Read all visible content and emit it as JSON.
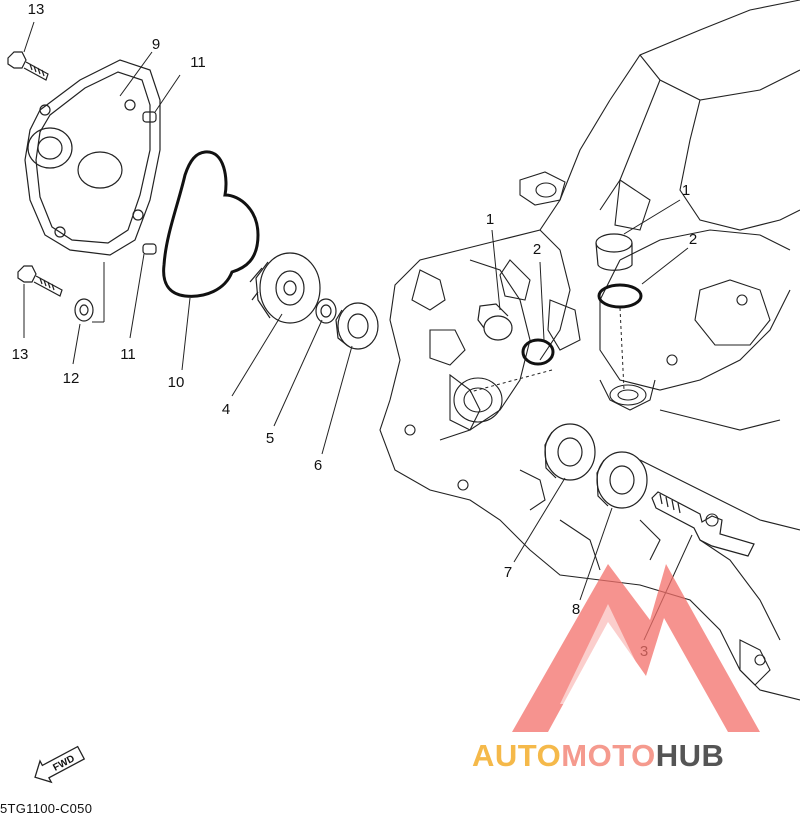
{
  "callouts": [
    "1",
    "2",
    "3",
    "4",
    "5",
    "6",
    "7",
    "8",
    "9",
    "10",
    "11",
    "12",
    "13"
  ],
  "fwd_label": "FWD",
  "part_code": "5TG1100-C050",
  "watermark": {
    "word_1": "AUTO",
    "word_2": "MOTO",
    "word_3": "HUB",
    "color_auto": "#f5b94a",
    "color_moto": "#f59a8e",
    "color_hub": "#555555",
    "logo_color": "#f3706a"
  }
}
